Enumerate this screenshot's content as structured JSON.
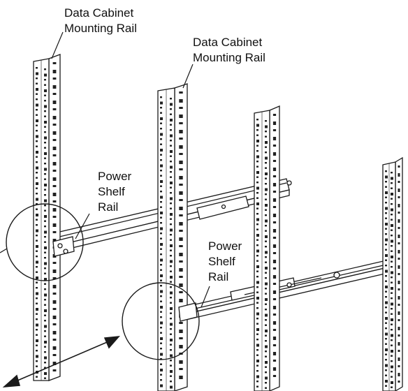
{
  "labels": {
    "cabinet_rail_left": [
      "Data Cabinet",
      "Mounting Rail"
    ],
    "cabinet_rail_right": [
      "Data Cabinet",
      "Mounting Rail"
    ],
    "shelf_rail_left": [
      "Power",
      "Shelf",
      "Rail"
    ],
    "shelf_rail_right": [
      "Power",
      "Shelf",
      "Rail"
    ]
  },
  "colors": {
    "line": "#1a1a1a",
    "fill": "#ffffff",
    "hole": "#222222"
  }
}
